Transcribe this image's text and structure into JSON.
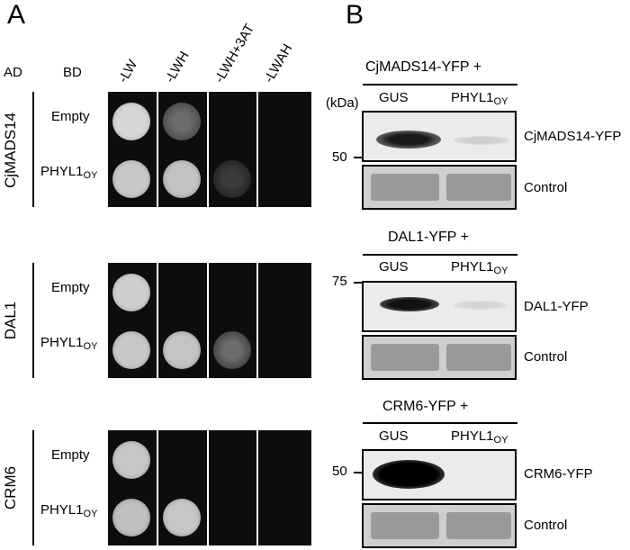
{
  "panel_a": {
    "letter": "A",
    "ad_header": "AD",
    "bd_header": "BD",
    "columns": [
      "-LW",
      "-LWH",
      "-LWH+3AT",
      "-LWAH"
    ],
    "groups": [
      {
        "name": "CjMADS14",
        "rows": [
          {
            "bd": "Empty"
          },
          {
            "bd": "PHYL1",
            "bd_sub": "OY"
          }
        ]
      },
      {
        "name": "DAL1",
        "rows": [
          {
            "bd": "Empty"
          },
          {
            "bd": "PHYL1",
            "bd_sub": "OY"
          }
        ]
      },
      {
        "name": "CRM6",
        "rows": [
          {
            "bd": "Empty"
          },
          {
            "bd": "PHYL1",
            "bd_sub": "OY"
          }
        ]
      }
    ]
  },
  "panel_b": {
    "letter": "B",
    "kda_label": "(kDa)",
    "blots": [
      {
        "title": "CjMADS14-YFP +",
        "lane1": "GUS",
        "lane2": "PHYL1",
        "lane2_sub": "OY",
        "marker": "50",
        "protein": "CjMADS14-YFP",
        "control": "Control"
      },
      {
        "title": "DAL1-YFP +",
        "lane1": "GUS",
        "lane2": "PHYL1",
        "lane2_sub": "OY",
        "marker": "75",
        "protein": "DAL1-YFP",
        "control": "Control"
      },
      {
        "title": "CRM6-YFP +",
        "lane1": "GUS",
        "lane2": "PHYL1",
        "lane2_sub": "OY",
        "marker": "50",
        "protein": "CRM6-YFP",
        "control": "Control"
      }
    ]
  }
}
